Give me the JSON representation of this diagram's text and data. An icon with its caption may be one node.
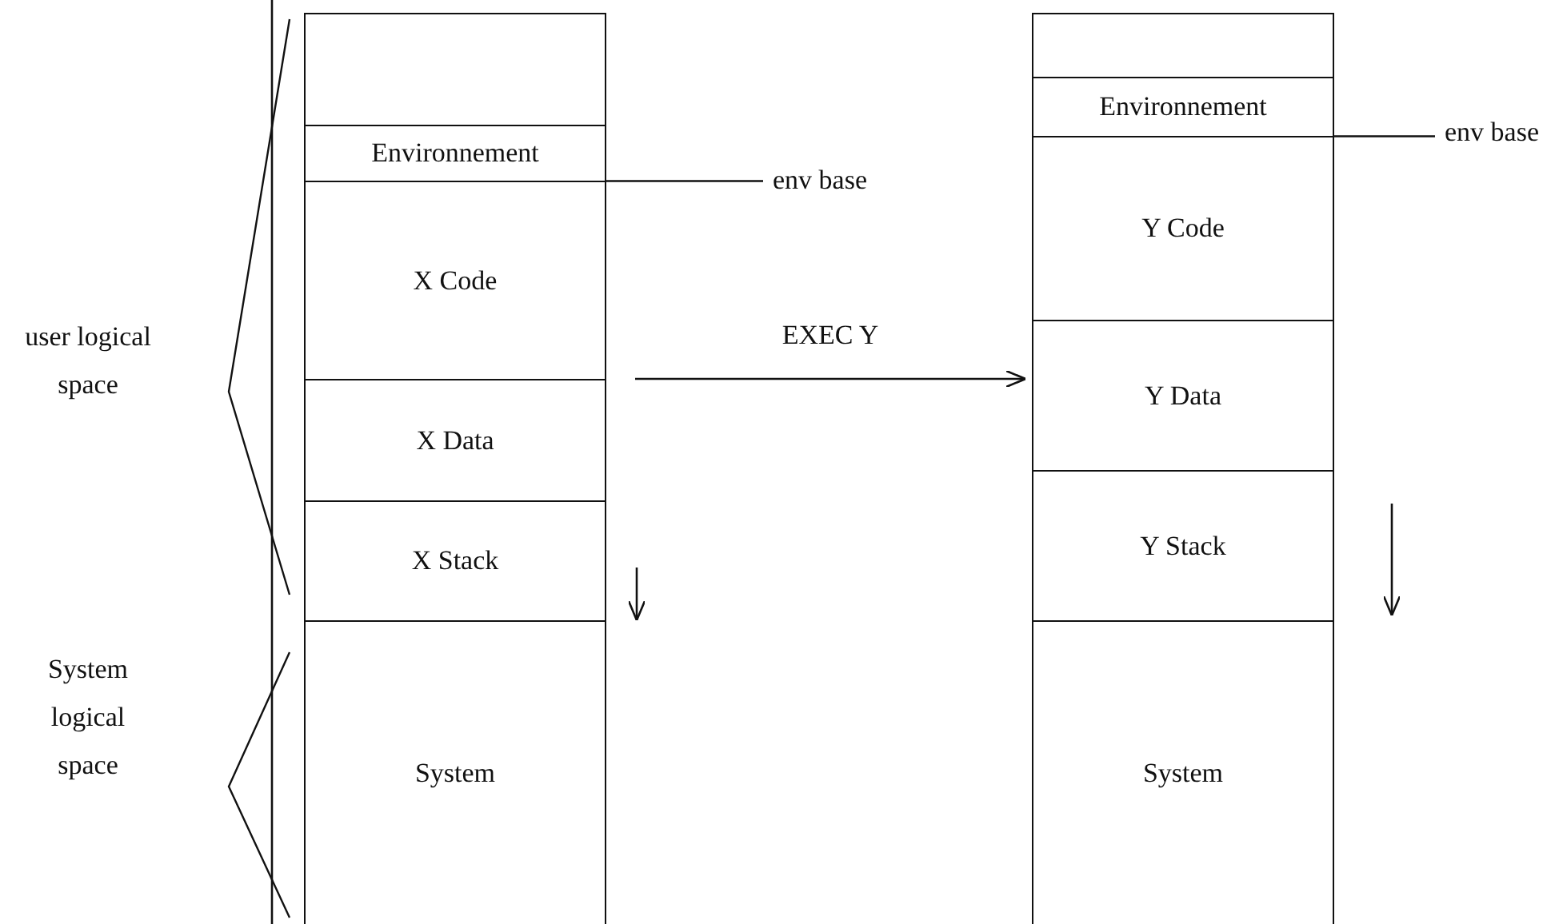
{
  "diagram": {
    "nodes": [
      {
        "text": [],
        "shape": "box"
      },
      {
        "text": [],
        "shape": "box",
        "in": 0
      },
      {
        "text": [
          "Environnement"
        ],
        "in": 0
      },
      {
        "text": [
          "X Code"
        ],
        "in": 0
      },
      {
        "text": [
          "X Data"
        ],
        "in": 0
      },
      {
        "text": [
          "X Stack"
        ],
        "in": 0
      },
      {
        "text": [
          "System"
        ],
        "in": 0
      },
      {
        "text": [],
        "shape": "box"
      },
      {
        "text": [],
        "shape": "box",
        "in": 7
      },
      {
        "text": [
          "Environnement"
        ],
        "in": 7
      },
      {
        "text": [
          "Y Code"
        ],
        "in": 7
      },
      {
        "text": [
          "Y Data"
        ],
        "in": 7
      },
      {
        "text": [
          "Y Stack"
        ],
        "in": 7
      },
      {
        "text": [
          "System"
        ],
        "in": 7
      },
      {
        "text": [
          "env base"
        ]
      },
      {
        "text": [
          "env base"
        ]
      }
    ],
    "edges": [
      {
        "from": 0,
        "to": 7,
        "arrow": "to",
        "label": "EXEC Y"
      },
      {
        "from": 14,
        "to": 2,
        "arrow": "none"
      },
      {
        "from": 15,
        "to": 9,
        "arrow": "none"
      }
    ],
    "labels": [
      "user logical space",
      "System logical space"
    ]
  }
}
